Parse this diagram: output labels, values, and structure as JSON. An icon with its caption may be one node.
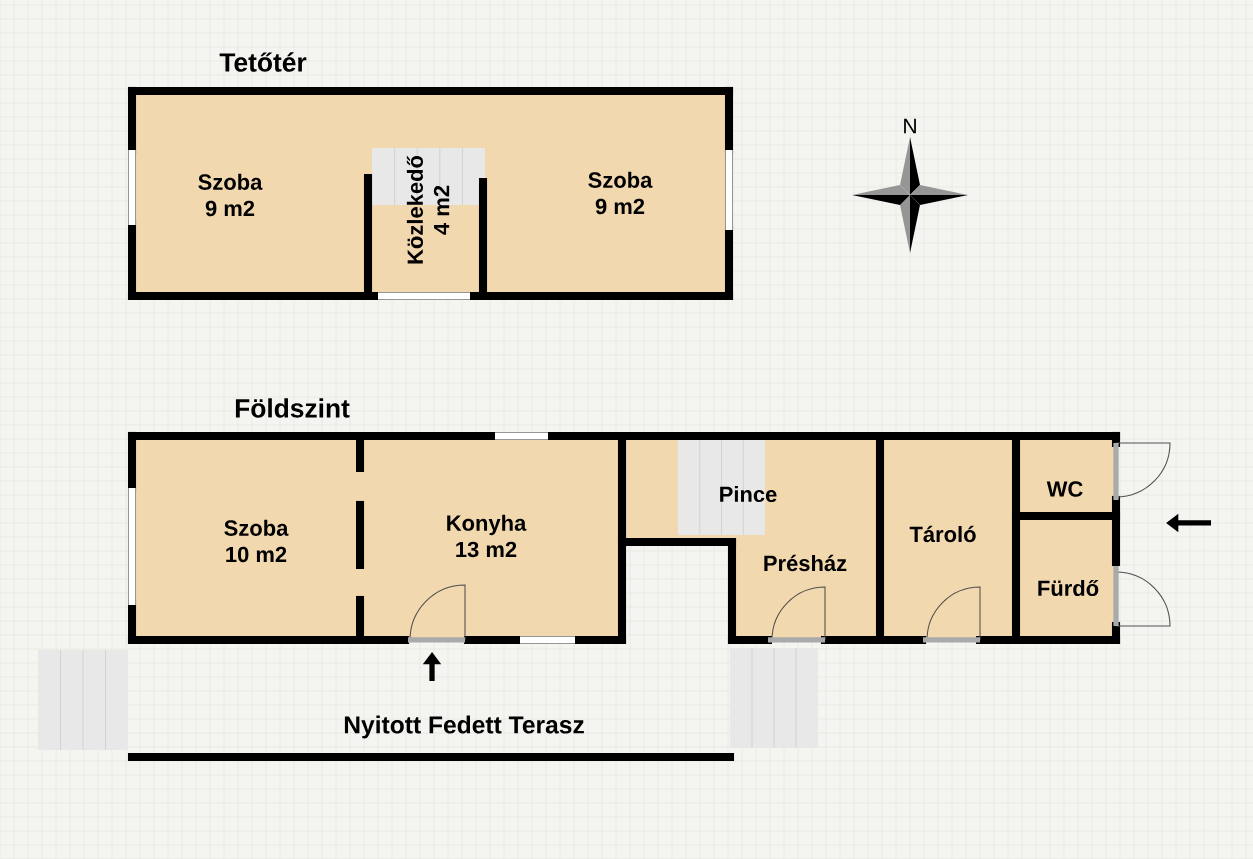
{
  "diagram": {
    "nodes": [
      {
        "text": [
          "Tetőtér"
        ]
      },
      {
        "text": [
          "Szoba",
          "9 m2"
        ],
        "in": 0
      },
      {
        "text": [
          "Közlekedő",
          "4 m2"
        ],
        "in": 0
      },
      {
        "text": [
          "Szoba",
          "9 m2"
        ],
        "in": 0
      },
      {
        "text": [
          "Földszint"
        ]
      },
      {
        "text": [
          "Szoba",
          "10 m2"
        ],
        "in": 4
      },
      {
        "text": [
          "Konyha",
          "13 m2"
        ],
        "in": 4
      },
      {
        "text": [
          "Pince"
        ],
        "in": 4
      },
      {
        "text": [
          "Présház"
        ],
        "in": 4
      },
      {
        "text": [
          "Tároló"
        ],
        "in": 4
      },
      {
        "text": [
          "WC"
        ],
        "in": 4
      },
      {
        "text": [
          "Fürdő"
        ],
        "in": 4
      },
      {
        "text": [
          "Nyitott Fedett Terasz"
        ]
      }
    ],
    "labels": [
      "N"
    ]
  }
}
